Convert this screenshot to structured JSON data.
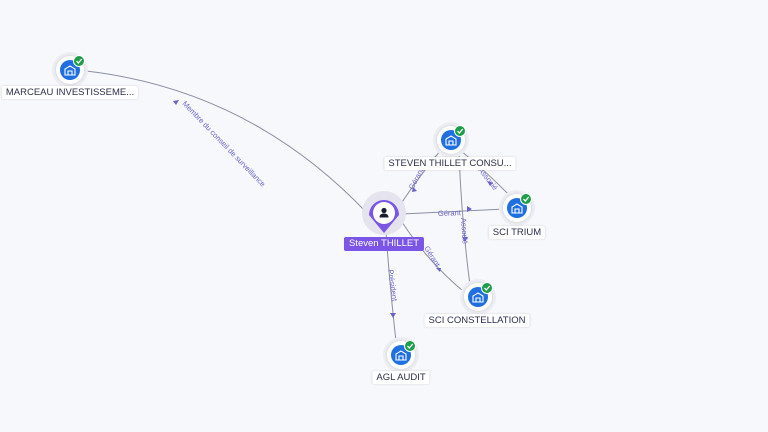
{
  "nodes": {
    "marceau": {
      "label": "MARCEAU INVESTISSEME...",
      "icon": "company-building-icon",
      "badge": "verified-check-icon"
    },
    "steven_consult": {
      "label": "STEVEN THILLET CONSU...",
      "icon": "company-building-icon",
      "badge": "verified-check-icon"
    },
    "sci_trium": {
      "label": "SCI TRIUM",
      "icon": "company-building-icon",
      "badge": "verified-check-icon"
    },
    "sci_constellation": {
      "label": "SCI CONSTELLATION",
      "icon": "company-building-icon",
      "badge": "verified-check-icon"
    },
    "agl_audit": {
      "label": "AGL AUDIT",
      "icon": "company-building-icon",
      "badge": "verified-check-icon"
    },
    "person": {
      "label": "Steven THILLET",
      "icon": "person-icon"
    }
  },
  "edges": {
    "marceau": "Membre du conseil de surveillance",
    "steven_consult": "Gérant",
    "sci_trium": "Gérant",
    "sci_constellation": "Gérant",
    "agl_audit": "Président",
    "consult_trium": "Associé",
    "consult_constellation": "Associé"
  },
  "colors": {
    "accent": "#7a55e6",
    "company": "#1f6fe0",
    "badge": "#1e9e4a",
    "edge": "#8a8fa3",
    "edge_label": "#6a63c9"
  }
}
